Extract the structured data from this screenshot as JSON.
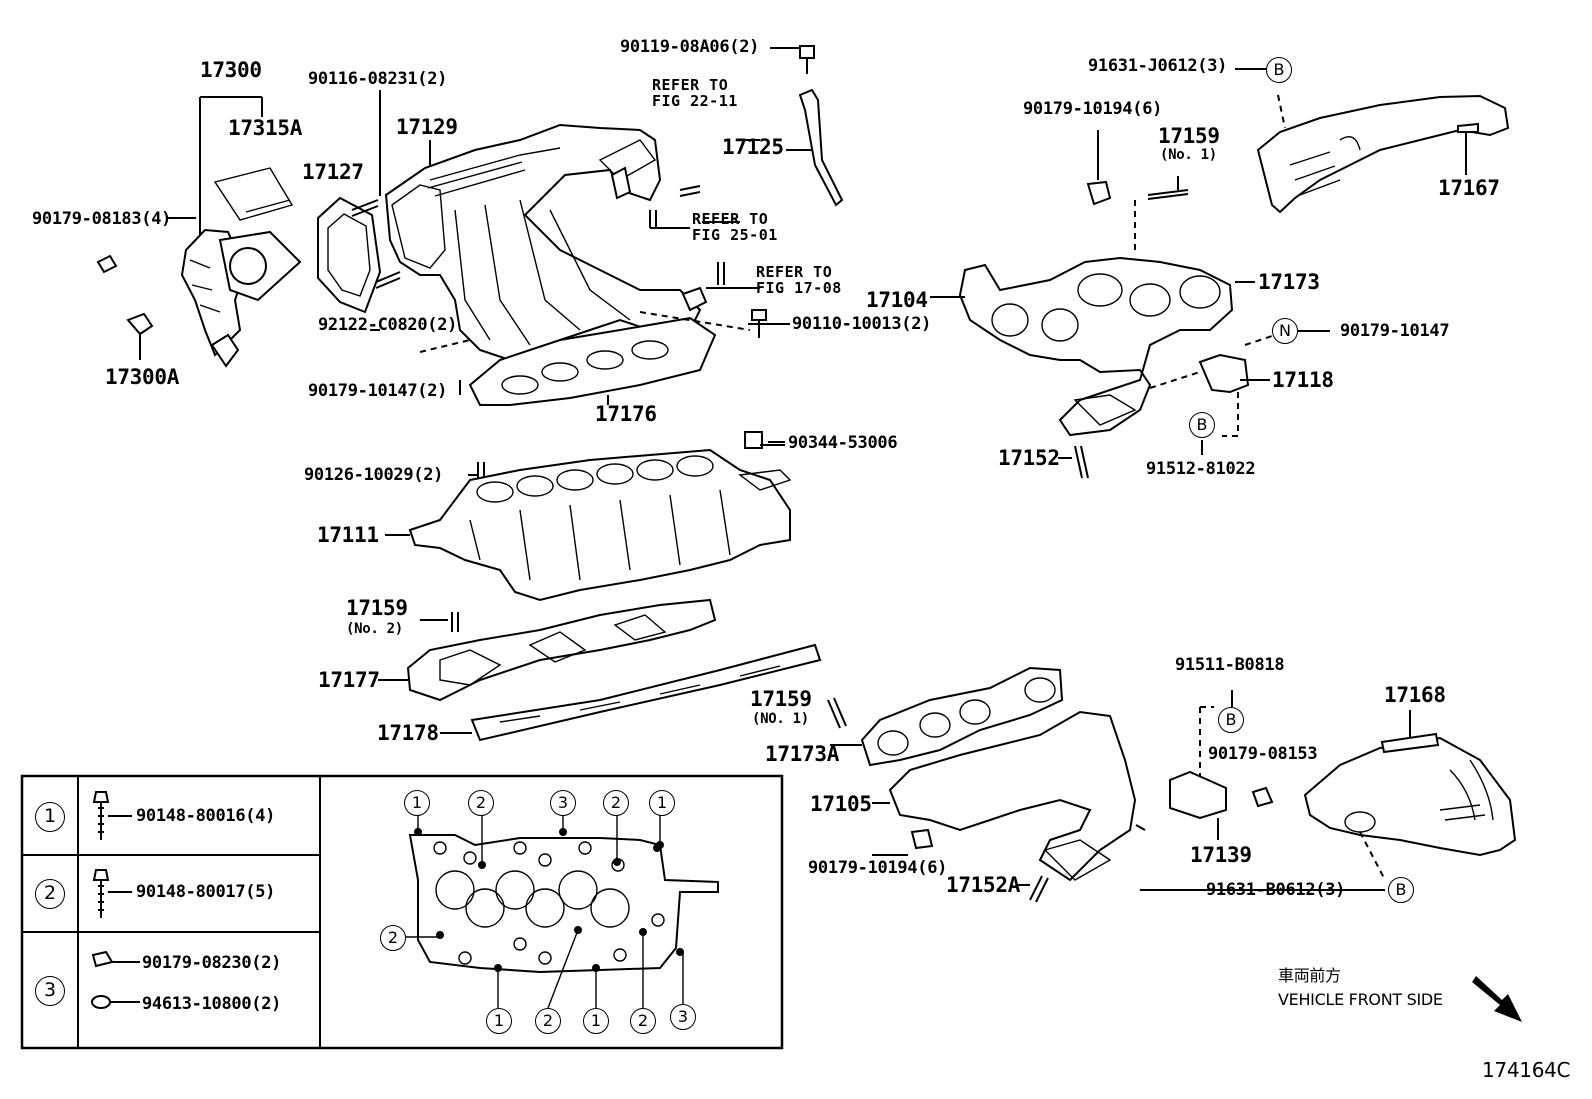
{
  "labels": {
    "p17300": "17300",
    "p17315A": "17315A",
    "p90116": "90116-08231(2)",
    "p17129": "17129",
    "p17127": "17127",
    "p90179_08183": "90179-08183(4)",
    "p17300A": "17300A",
    "p92122": "92122-C0820(2)",
    "p90179_10147_2": "90179-10147(2)",
    "p17176": "17176",
    "p90119": "90119-08A06(2)",
    "p17125": "17125",
    "p90110": "90110-10013(2)",
    "p90344": "90344-53006",
    "p90126": "90126-10029(2)",
    "p17111": "17111",
    "p17159_no2": "17159",
    "p17159_no2_sub": "(No. 2)",
    "p17177": "17177",
    "p17178": "17178",
    "p91631_j": "91631-J0612(3)",
    "p90179_10194_6a": "90179-10194(6)",
    "p17159_no1a": "17159",
    "p17159_no1a_sub": "(No. 1)",
    "p17167": "17167",
    "p17104": "17104",
    "p17173": "17173",
    "p90179_10147": "90179-10147",
    "p17118": "17118",
    "p17152": "17152",
    "p91512": "91512-81022",
    "p17159_no1b": "17159",
    "p17159_no1b_sub": "(NO. 1)",
    "p17173A": "17173A",
    "p17105": "17105",
    "p90179_10194_6b": "90179-10194(6)",
    "p17152A": "17152A",
    "p91511": "91511-B0818",
    "p90179_08153": "90179-08153",
    "p17139": "17139",
    "p17168": "17168",
    "p91631_b": "91631-B0612(3)",
    "fig_id": "174164C"
  },
  "refs": {
    "ref1_l1": "REFER TO",
    "ref1_l2": "FIG 22-11",
    "ref2_l1": "REFER TO",
    "ref2_l2": "FIG 25-01",
    "ref3_l1": "REFER TO",
    "ref3_l2": "FIG 17-08"
  },
  "markers": {
    "B": "B",
    "N": "N",
    "one": "1",
    "two": "2",
    "three": "3"
  },
  "legend": {
    "row1_num": "1",
    "row1_part": "90148-80016(4)",
    "row2_num": "2",
    "row2_part": "90148-80017(5)",
    "row3_num": "3",
    "row3_part_a": "90179-08230(2)",
    "row3_part_b": "94613-10800(2)"
  },
  "direction": {
    "jp": "車両前方",
    "en": "VEHICLE FRONT SIDE"
  }
}
